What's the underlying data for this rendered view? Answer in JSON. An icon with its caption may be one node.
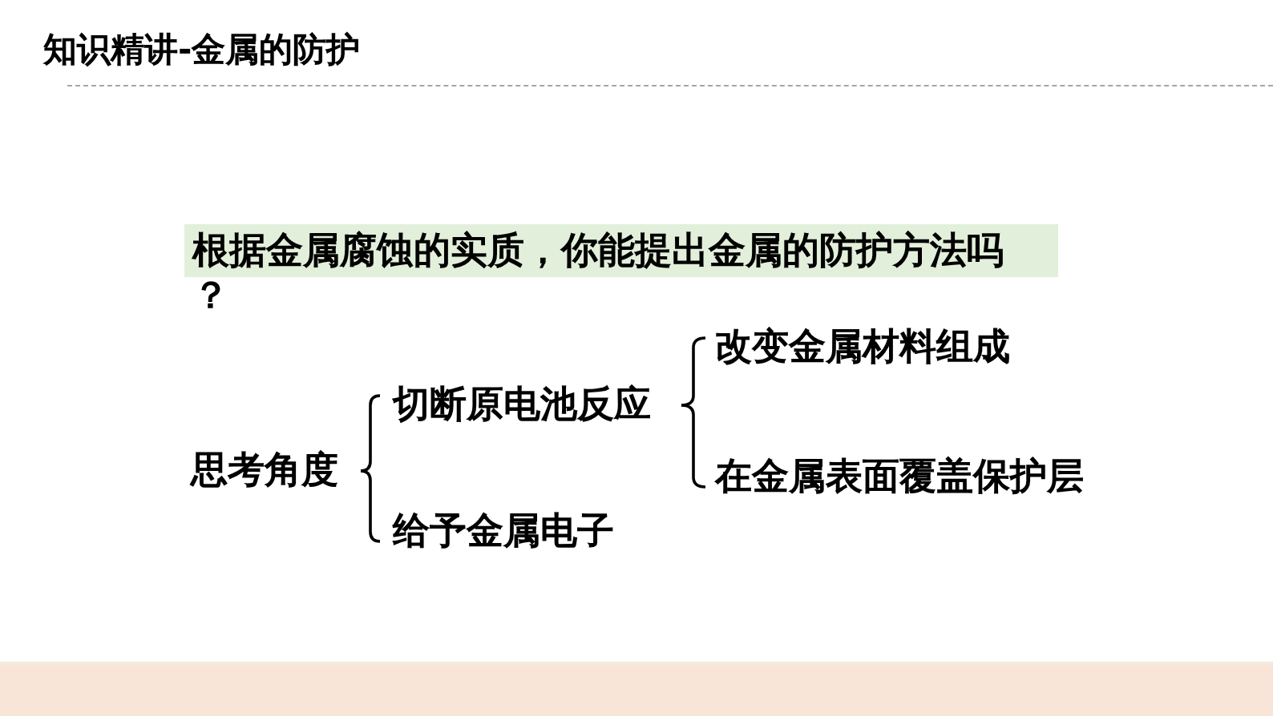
{
  "diagram": {
    "title": "知识精讲-金属的防护",
    "nodes": [
      {
        "text": [
          "思考角度"
        ]
      },
      {
        "text": [
          "切断原电池反应"
        ]
      },
      {
        "text": [
          "给予金属电子"
        ]
      },
      {
        "text": [
          "改变金属材料组成"
        ]
      },
      {
        "text": [
          "在金属表面覆盖保护层"
        ]
      }
    ],
    "edges": [
      {
        "from": 0,
        "to": 1,
        "arrow": "none"
      },
      {
        "from": 0,
        "to": 2,
        "arrow": "none"
      },
      {
        "from": 1,
        "to": 3,
        "arrow": "none"
      },
      {
        "from": 1,
        "to": 4,
        "arrow": "none"
      }
    ],
    "labels": [
      "根据金属腐蚀的实质，你能提出金属的防护方法吗？"
    ]
  }
}
